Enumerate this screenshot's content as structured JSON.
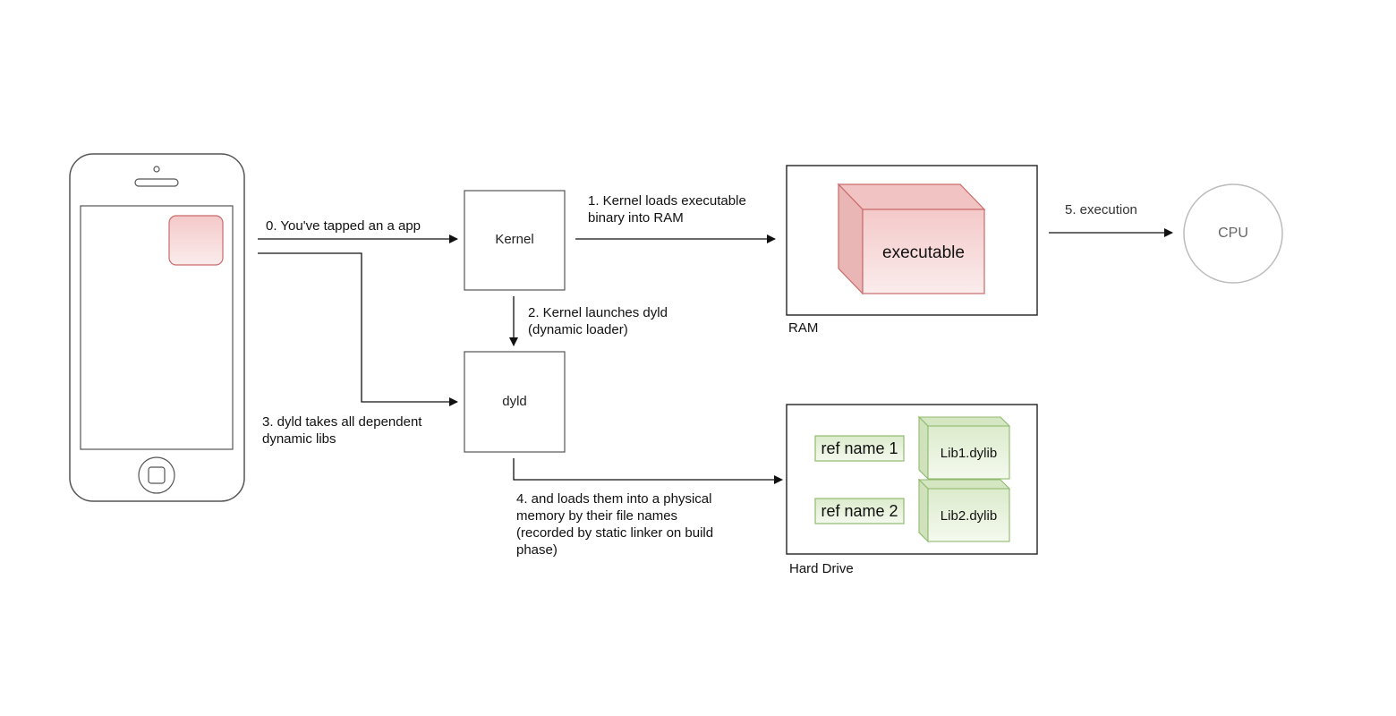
{
  "steps": {
    "step0": "0. You've tapped an a app",
    "step1": "1. Kernel loads executable\nbinary into RAM",
    "step2": "2. Kernel launches dyld\n(dynamic loader)",
    "step3": "3. dyld takes all dependent\ndynamic libs",
    "step4": "4. and loads them into a physical\nmemory by their file names\n(recorded by static linker on build\nphase)",
    "step5": "5. execution"
  },
  "nodes": {
    "kernel": "Kernel",
    "dyld": "dyld",
    "ram": "RAM",
    "executable": "executable",
    "cpu": "CPU",
    "hard_drive": "Hard Drive",
    "ref1": "ref name 1",
    "ref2": "ref name 2",
    "lib1": "Lib1.dylib",
    "lib2": "Lib2.dylib"
  },
  "colors": {
    "executable_fill": "#f5d0d0",
    "executable_stroke": "#c96a6a",
    "lib_fill": "#e8f2dc",
    "lib_stroke": "#8fba6e",
    "app_icon_fill": "#f6d6d6"
  }
}
